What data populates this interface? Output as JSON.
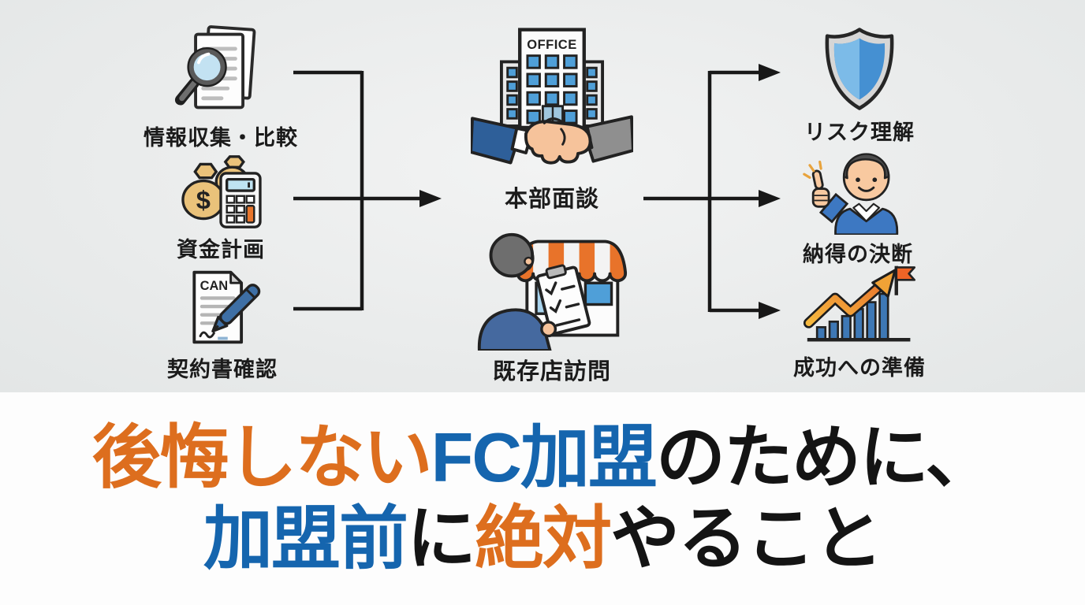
{
  "diagram": {
    "left_items": [
      {
        "id": "info-research",
        "label": "情報収集・比較"
      },
      {
        "id": "funding-plan",
        "label": "資金計画"
      },
      {
        "id": "contract-check",
        "label": "契約書確認"
      }
    ],
    "middle_items": [
      {
        "id": "hq-interview",
        "label": "本部面談"
      },
      {
        "id": "store-visit",
        "label": "既存店訪問"
      }
    ],
    "right_items": [
      {
        "id": "risk-understanding",
        "label": "リスク理解"
      },
      {
        "id": "convinced-decision",
        "label": "納得の決断"
      },
      {
        "id": "success-preparation",
        "label": "成功への準備"
      }
    ],
    "icon_texts": {
      "office_sign": "OFFICE",
      "contract_heading": "CAN",
      "money_symbol": "$"
    }
  },
  "headline": {
    "line1": [
      {
        "text": "後悔しない",
        "color": "#DD6E1E"
      },
      {
        "text": "FC加盟",
        "color": "#1565AE"
      },
      {
        "text": "のために、",
        "color": "#141414"
      }
    ],
    "line2": [
      {
        "text": "加盟前",
        "color": "#1565AE"
      },
      {
        "text": "に",
        "color": "#141414"
      },
      {
        "text": "絶対",
        "color": "#DD6E1E"
      },
      {
        "text": "やること",
        "color": "#141414"
      }
    ]
  },
  "colors": {
    "accent_orange": "#DD6E1E",
    "accent_blue": "#1565AE",
    "text_black": "#141414",
    "diagram_background": "#E9EBEB",
    "banner_background": "#FDFDFD",
    "arrow": "#181818",
    "icon_window_blue": "#4F9FD8",
    "icon_shield_blue_light": "#7CBBE8",
    "icon_shield_blue_dark": "#4590D2",
    "icon_awning_orange": "#E8732A",
    "icon_money_tan": "#EAC27A",
    "icon_skin": "#F6C39B",
    "icon_sleeve_blue": "#2E5F99",
    "icon_sleeve_gray": "#8F8F8F"
  }
}
